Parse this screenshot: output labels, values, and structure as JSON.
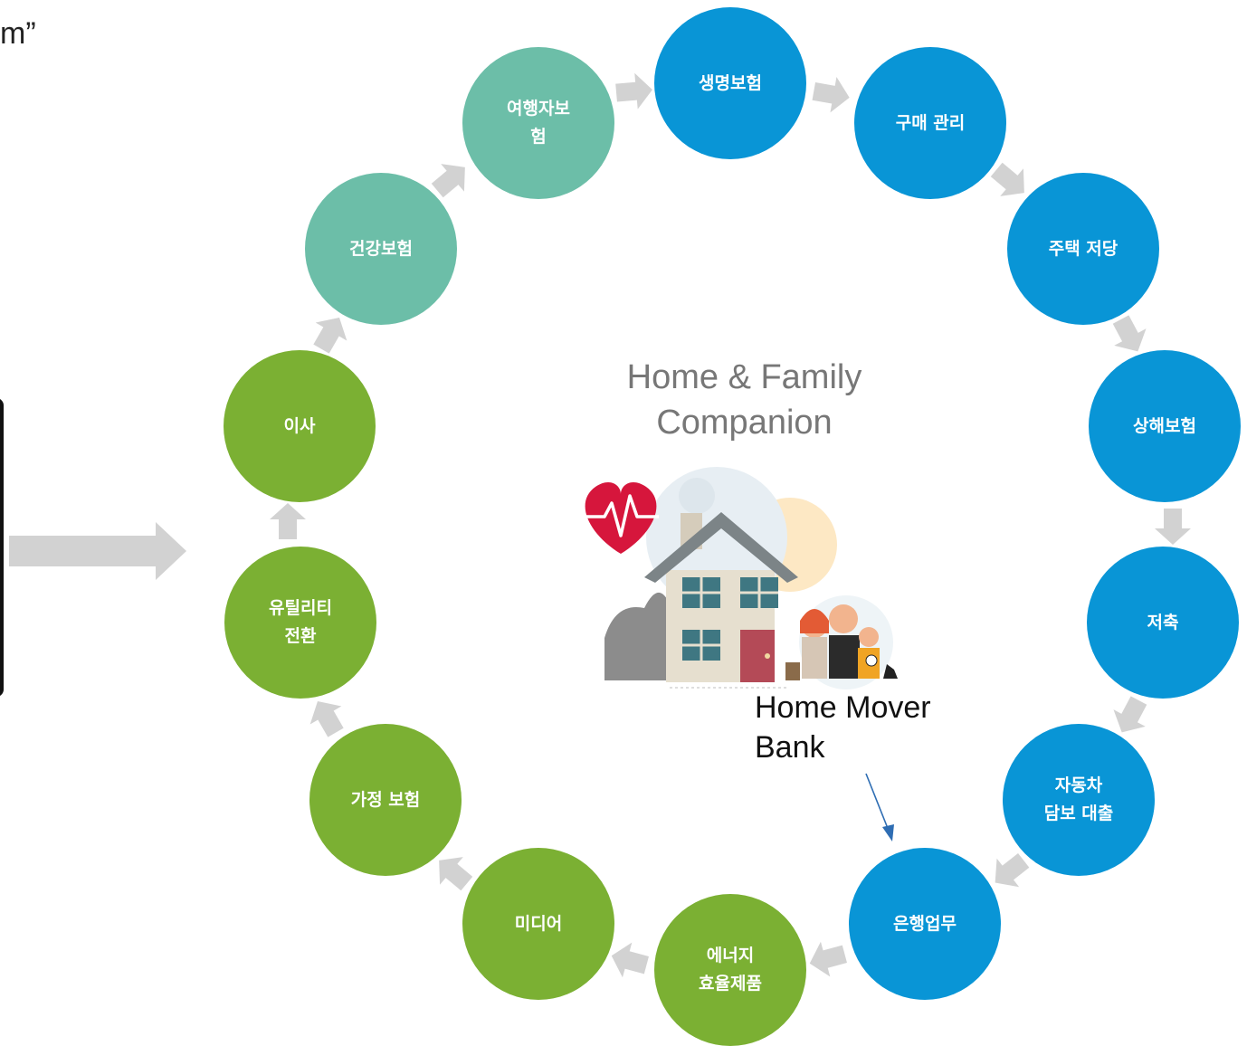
{
  "corner_text": "m”",
  "center_title": "Home & Family\nCompanion",
  "callout_label": "Home Mover\nBank",
  "colors": {
    "blue": "#0995d6",
    "teal": "#6cbea8",
    "green": "#7bb033",
    "arrow": "#d2d2d2",
    "callout_arrow": "#2e6db3"
  },
  "icons": [
    "heart-pulse-icon",
    "house-icon",
    "family-icon",
    "dog-icon",
    "cat-icon"
  ],
  "nodes": [
    {
      "id": "life-insurance",
      "label": "생명보험",
      "color": "blue"
    },
    {
      "id": "purchase-management",
      "label": "구매 관리",
      "color": "blue"
    },
    {
      "id": "home-mortgage",
      "label": "주택 저당",
      "color": "blue"
    },
    {
      "id": "injury-insurance",
      "label": "상해보험",
      "color": "blue"
    },
    {
      "id": "savings",
      "label": "저축",
      "color": "blue"
    },
    {
      "id": "car-loan",
      "label": "자동차\n담보 대출",
      "color": "blue"
    },
    {
      "id": "banking",
      "label": "은행업무",
      "color": "blue"
    },
    {
      "id": "energy-products",
      "label": "에너지\n효율제품",
      "color": "green"
    },
    {
      "id": "media",
      "label": "미디어",
      "color": "green"
    },
    {
      "id": "home-insurance",
      "label": "가정 보험",
      "color": "green"
    },
    {
      "id": "utility-switch",
      "label": "유틸리티\n전환",
      "color": "green"
    },
    {
      "id": "moving",
      "label": "이사",
      "color": "green"
    },
    {
      "id": "health-insurance",
      "label": "건강보험",
      "color": "teal"
    },
    {
      "id": "travel-insurance",
      "label": "여행자보\n험",
      "color": "teal"
    }
  ]
}
